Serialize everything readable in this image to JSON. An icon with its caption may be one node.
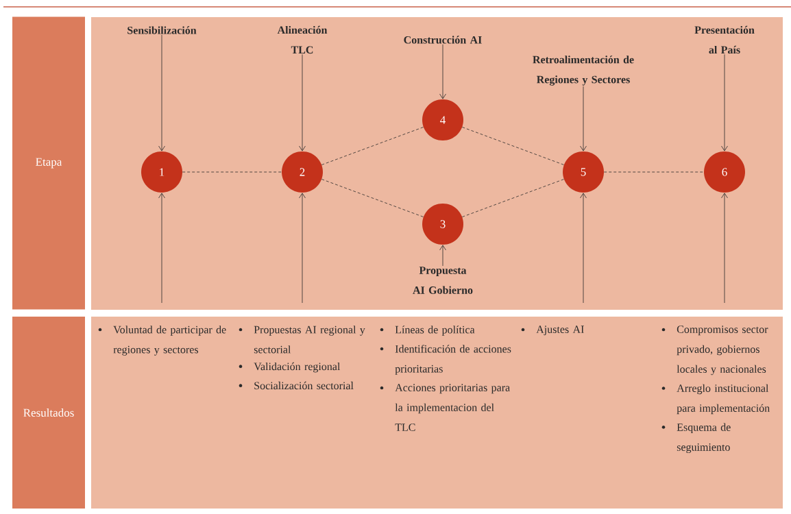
{
  "diagram": {
    "nodes": [
      {
        "text": [
          "Etapa"
        ]
      },
      {
        "text": [
          "Sensibilización"
        ]
      },
      {
        "text": [
          "Alineación TLC"
        ]
      },
      {
        "text": [
          "Construcción AI"
        ]
      },
      {
        "text": [
          "Presentación al País"
        ]
      },
      {
        "text": [
          "Retroalimentación de Regiones y Sectores"
        ]
      },
      {
        "text": [
          "4"
        ]
      },
      {
        "text": [
          "1"
        ]
      },
      {
        "text": [
          "2"
        ]
      },
      {
        "text": [
          "5"
        ]
      },
      {
        "text": [
          "6"
        ]
      },
      {
        "text": [
          "3"
        ]
      },
      {
        "text": [
          "Propuesta AI Gobierno"
        ]
      },
      {
        "text": [
          "Resultados"
        ]
      }
    ],
    "edges": [
      {
        "from": 1,
        "to": 7,
        "arrow": "to"
      },
      {
        "from": 2,
        "to": 8,
        "arrow": "to"
      },
      {
        "from": 3,
        "to": 6,
        "arrow": "to"
      },
      {
        "from": 5,
        "to": 9,
        "arrow": "to"
      },
      {
        "from": 4,
        "to": 10,
        "arrow": "to"
      },
      {
        "from": 12,
        "to": 11,
        "arrow": "to"
      },
      {
        "from": null,
        "to": 7,
        "arrow": "to"
      },
      {
        "from": null,
        "to": 8,
        "arrow": "to"
      },
      {
        "from": null,
        "to": 9,
        "arrow": "to"
      },
      {
        "from": null,
        "to": 10,
        "arrow": "to"
      },
      {
        "from": 7,
        "to": 8,
        "arrow": "none",
        "style": "dashed"
      },
      {
        "from": 8,
        "to": 6,
        "arrow": "none",
        "style": "dashed"
      },
      {
        "from": 8,
        "to": 11,
        "arrow": "none",
        "style": "dashed"
      },
      {
        "from": 6,
        "to": 9,
        "arrow": "none",
        "style": "dashed"
      },
      {
        "from": 11,
        "to": 9,
        "arrow": "none",
        "style": "dashed"
      },
      {
        "from": 9,
        "to": 10,
        "arrow": "none",
        "style": "dashed"
      }
    ],
    "labels": [
      "Voluntad de participar de regiones y sectores",
      "Propuestas AI regional y sectorial",
      "Validación regional",
      "Socialización sectorial",
      "Líneas de política",
      "Identificación de acciones prioritarias",
      "Acciones prioritarias para la implementacion del TLC",
      "Ajustes AI",
      "Compromisos sector privado, gobiernos locales y nacionales",
      "Arreglo institucional para implementación",
      "Esquema de seguimiento"
    ]
  }
}
